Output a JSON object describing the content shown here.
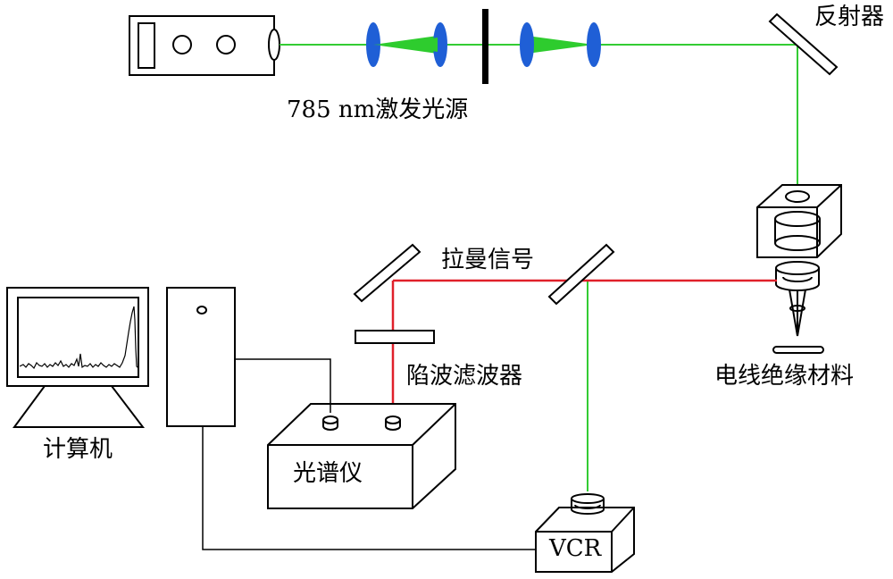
{
  "labels": {
    "laser_source": "785 nm激发光源",
    "mirror": "反射器",
    "raman_signal": "拉曼信号",
    "notch_filter": "陷波滤波器",
    "insulation_material": "电线绝缘材料",
    "computer": "计算机",
    "spectrometer": "光谱仪",
    "vcr": "VCR"
  },
  "colors": {
    "laser_beam": "#33cc33",
    "raman_beam": "#e0202a",
    "lens": "#1f5fd6",
    "lens_cone": "#2ecc2e",
    "line": "#000000"
  }
}
